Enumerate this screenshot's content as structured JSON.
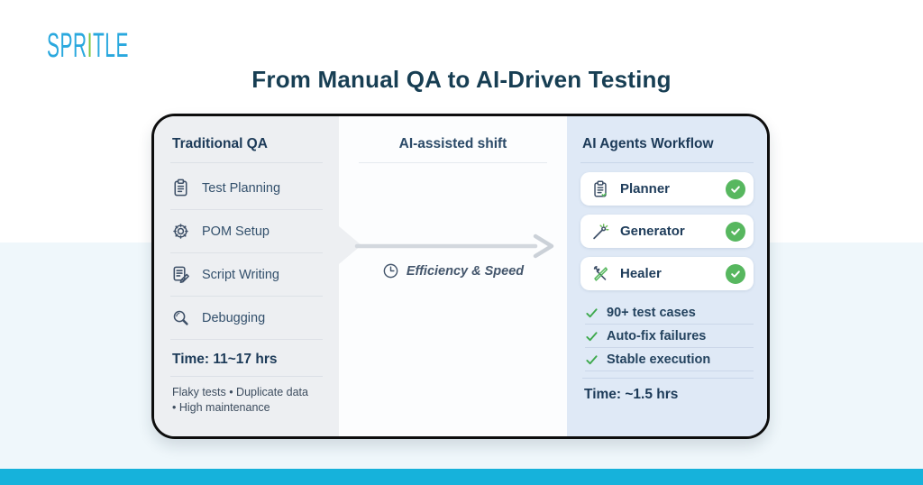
{
  "logo": {
    "parts": [
      {
        "text": "SPR",
        "color": "#29A8DE"
      },
      {
        "text": "I",
        "color": "#7DC63F"
      },
      {
        "text": "TLE",
        "color": "#29A8DE"
      }
    ]
  },
  "title": "From Manual QA to AI-Driven Testing",
  "card": {
    "traditional": {
      "heading": "Traditional QA",
      "items": [
        {
          "label": "Test Planning",
          "icon": "clipboard-icon"
        },
        {
          "label": "POM Setup",
          "icon": "gear-icon"
        },
        {
          "label": "Script Writing",
          "icon": "script-pencil-icon"
        },
        {
          "label": "Debugging",
          "icon": "magnifier-icon"
        }
      ],
      "time": "Time: 11~17 hrs",
      "issues_lines": [
        "Flaky tests • Duplicate data",
        "• High maintenance"
      ]
    },
    "shift": {
      "heading": "AI-assisted shift",
      "caption": "Efficiency & Speed",
      "caption_icon": "clock-icon"
    },
    "agents": {
      "heading": "AI Agents Workflow",
      "items": [
        {
          "label": "Planner",
          "icon": "clipboard-check-icon",
          "status_icon": "check-circle-icon"
        },
        {
          "label": "Generator",
          "icon": "magic-wand-icon",
          "status_icon": "check-circle-icon"
        },
        {
          "label": "Healer",
          "icon": "tools-icon",
          "status_icon": "check-circle-icon"
        }
      ],
      "checklist": [
        "90+ test cases",
        "Auto-fix failures",
        "Stable execution"
      ],
      "time": "Time: ~1.5 hrs"
    }
  },
  "colors": {
    "accent_cyan_band": "#16B2DB",
    "light_blue_band": "#EFF7FB",
    "logo_blue": "#29A8DE",
    "logo_green": "#7DC63F",
    "title_navy": "#173E53",
    "panel_gray": "#EDEFF2",
    "panel_blue": "#DFE9F6",
    "success_green": "#57B75F",
    "check_green": "#3DA94C"
  }
}
